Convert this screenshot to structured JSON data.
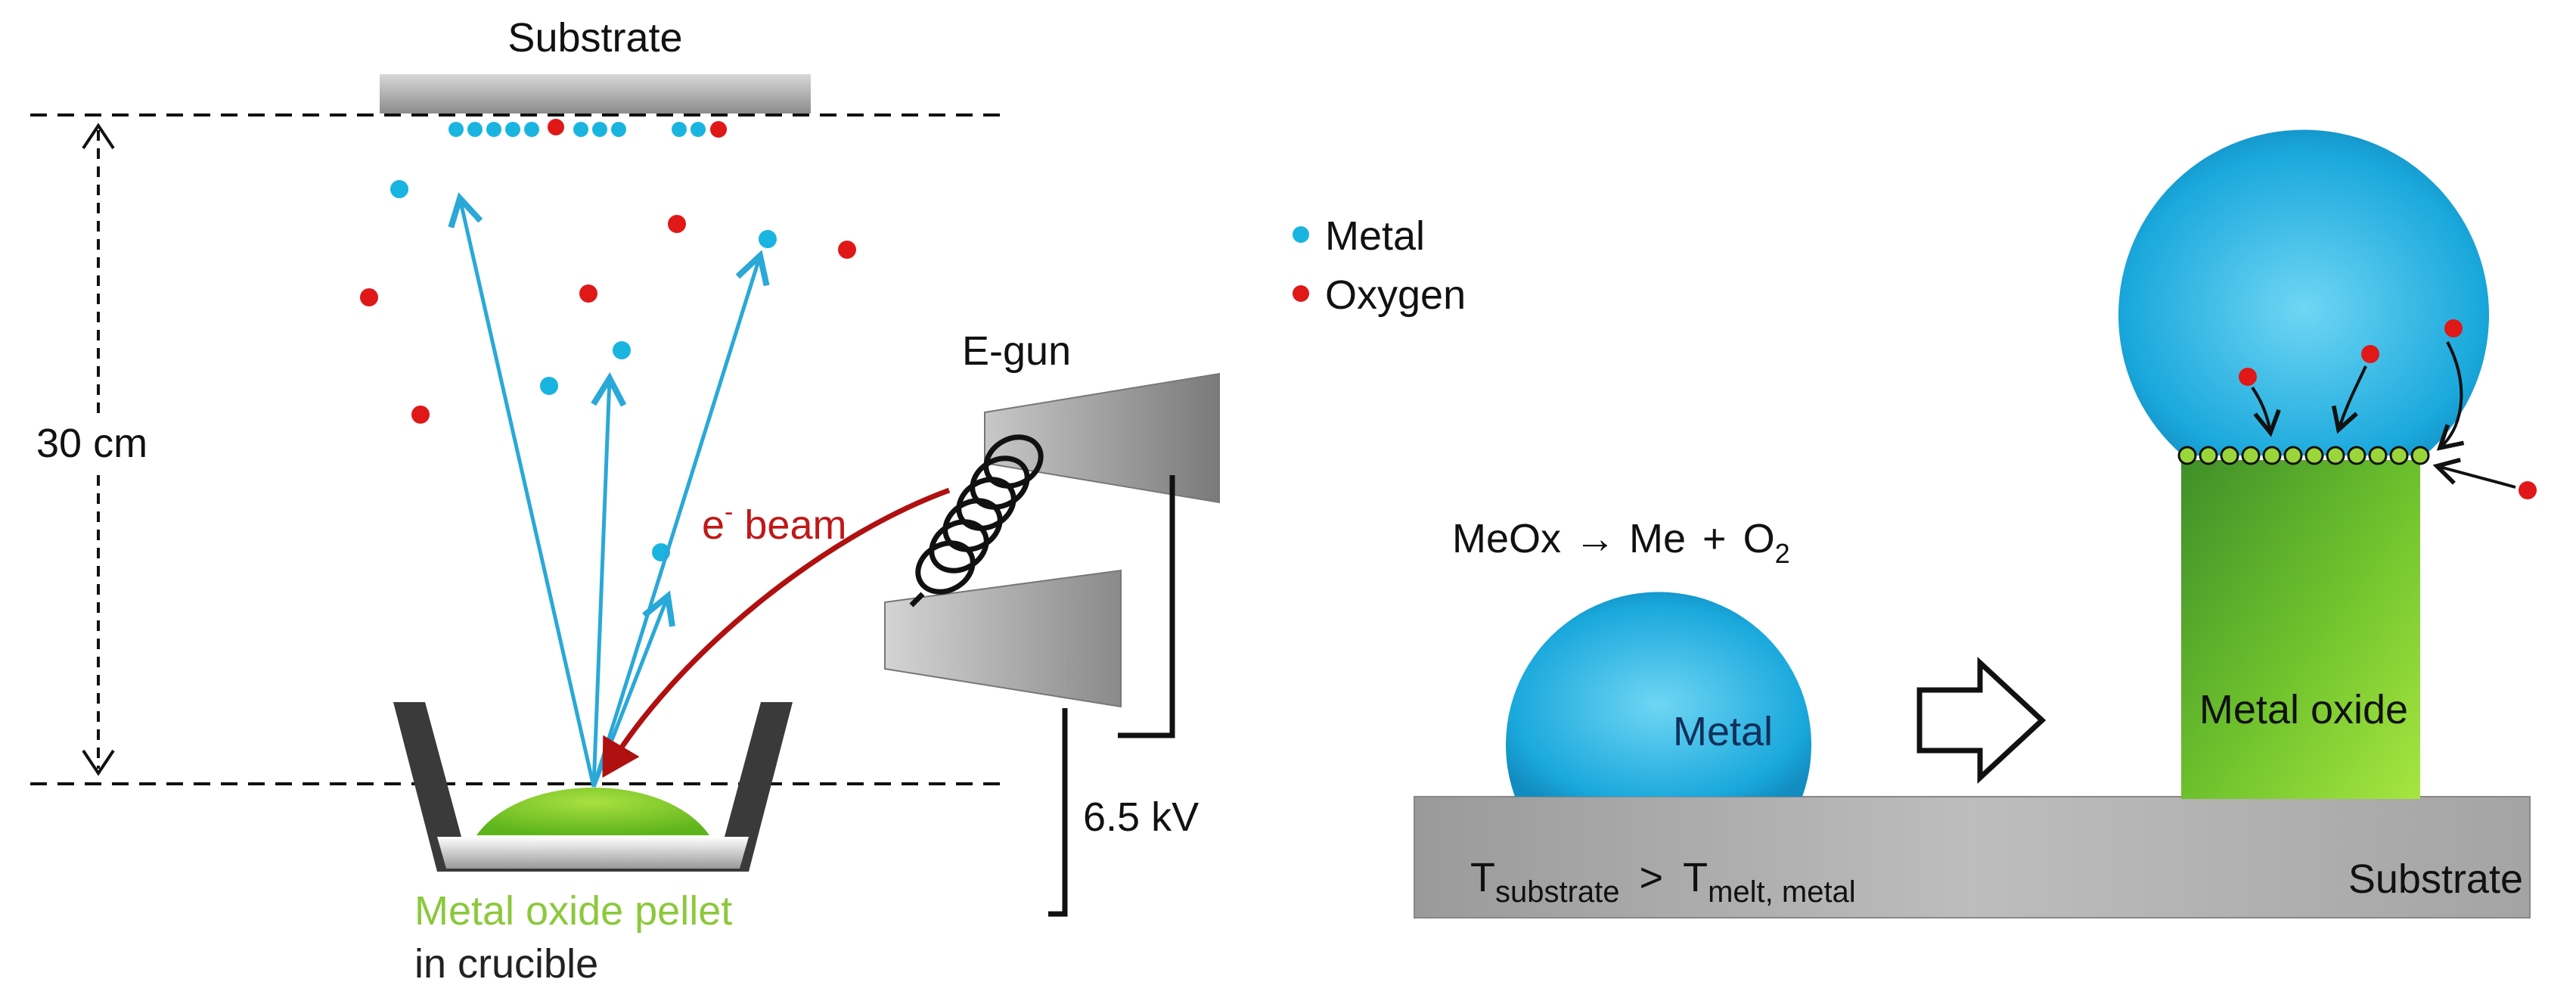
{
  "left": {
    "substrate_label": "Substrate",
    "distance_label": "30 cm",
    "beam_label": "e",
    "beam_sup": "-",
    "beam_word": " beam",
    "gun_label": "E-gun",
    "voltage_label": "6.5 kV",
    "pellet_label": "Metal oxide pellet",
    "crucible_label": "in crucible"
  },
  "legend": {
    "metal": "Metal",
    "oxygen": "Oxygen"
  },
  "right": {
    "reaction_lhs": "MeOx",
    "reaction_arrow": "→",
    "reaction_me": "Me",
    "reaction_plus": "+",
    "reaction_o": "O",
    "reaction_o_sub": "2",
    "metal_label": "Metal",
    "metal_oxide_label": "Metal oxide",
    "substrate_label": "Substrate",
    "t_main_1": "T",
    "t_sub_1": "substrate",
    "t_gt": ">",
    "t_main_2": "T",
    "t_sub_2": "melt, metal"
  },
  "colors": {
    "metal": "#1ab4e0",
    "oxygen": "#e01818",
    "arrow": "#2aa8d8",
    "beam": "#b01010",
    "pellet": "#7ac820",
    "oxide_green": "#5cb82a",
    "substrate_gray": "#a8a8a8"
  }
}
